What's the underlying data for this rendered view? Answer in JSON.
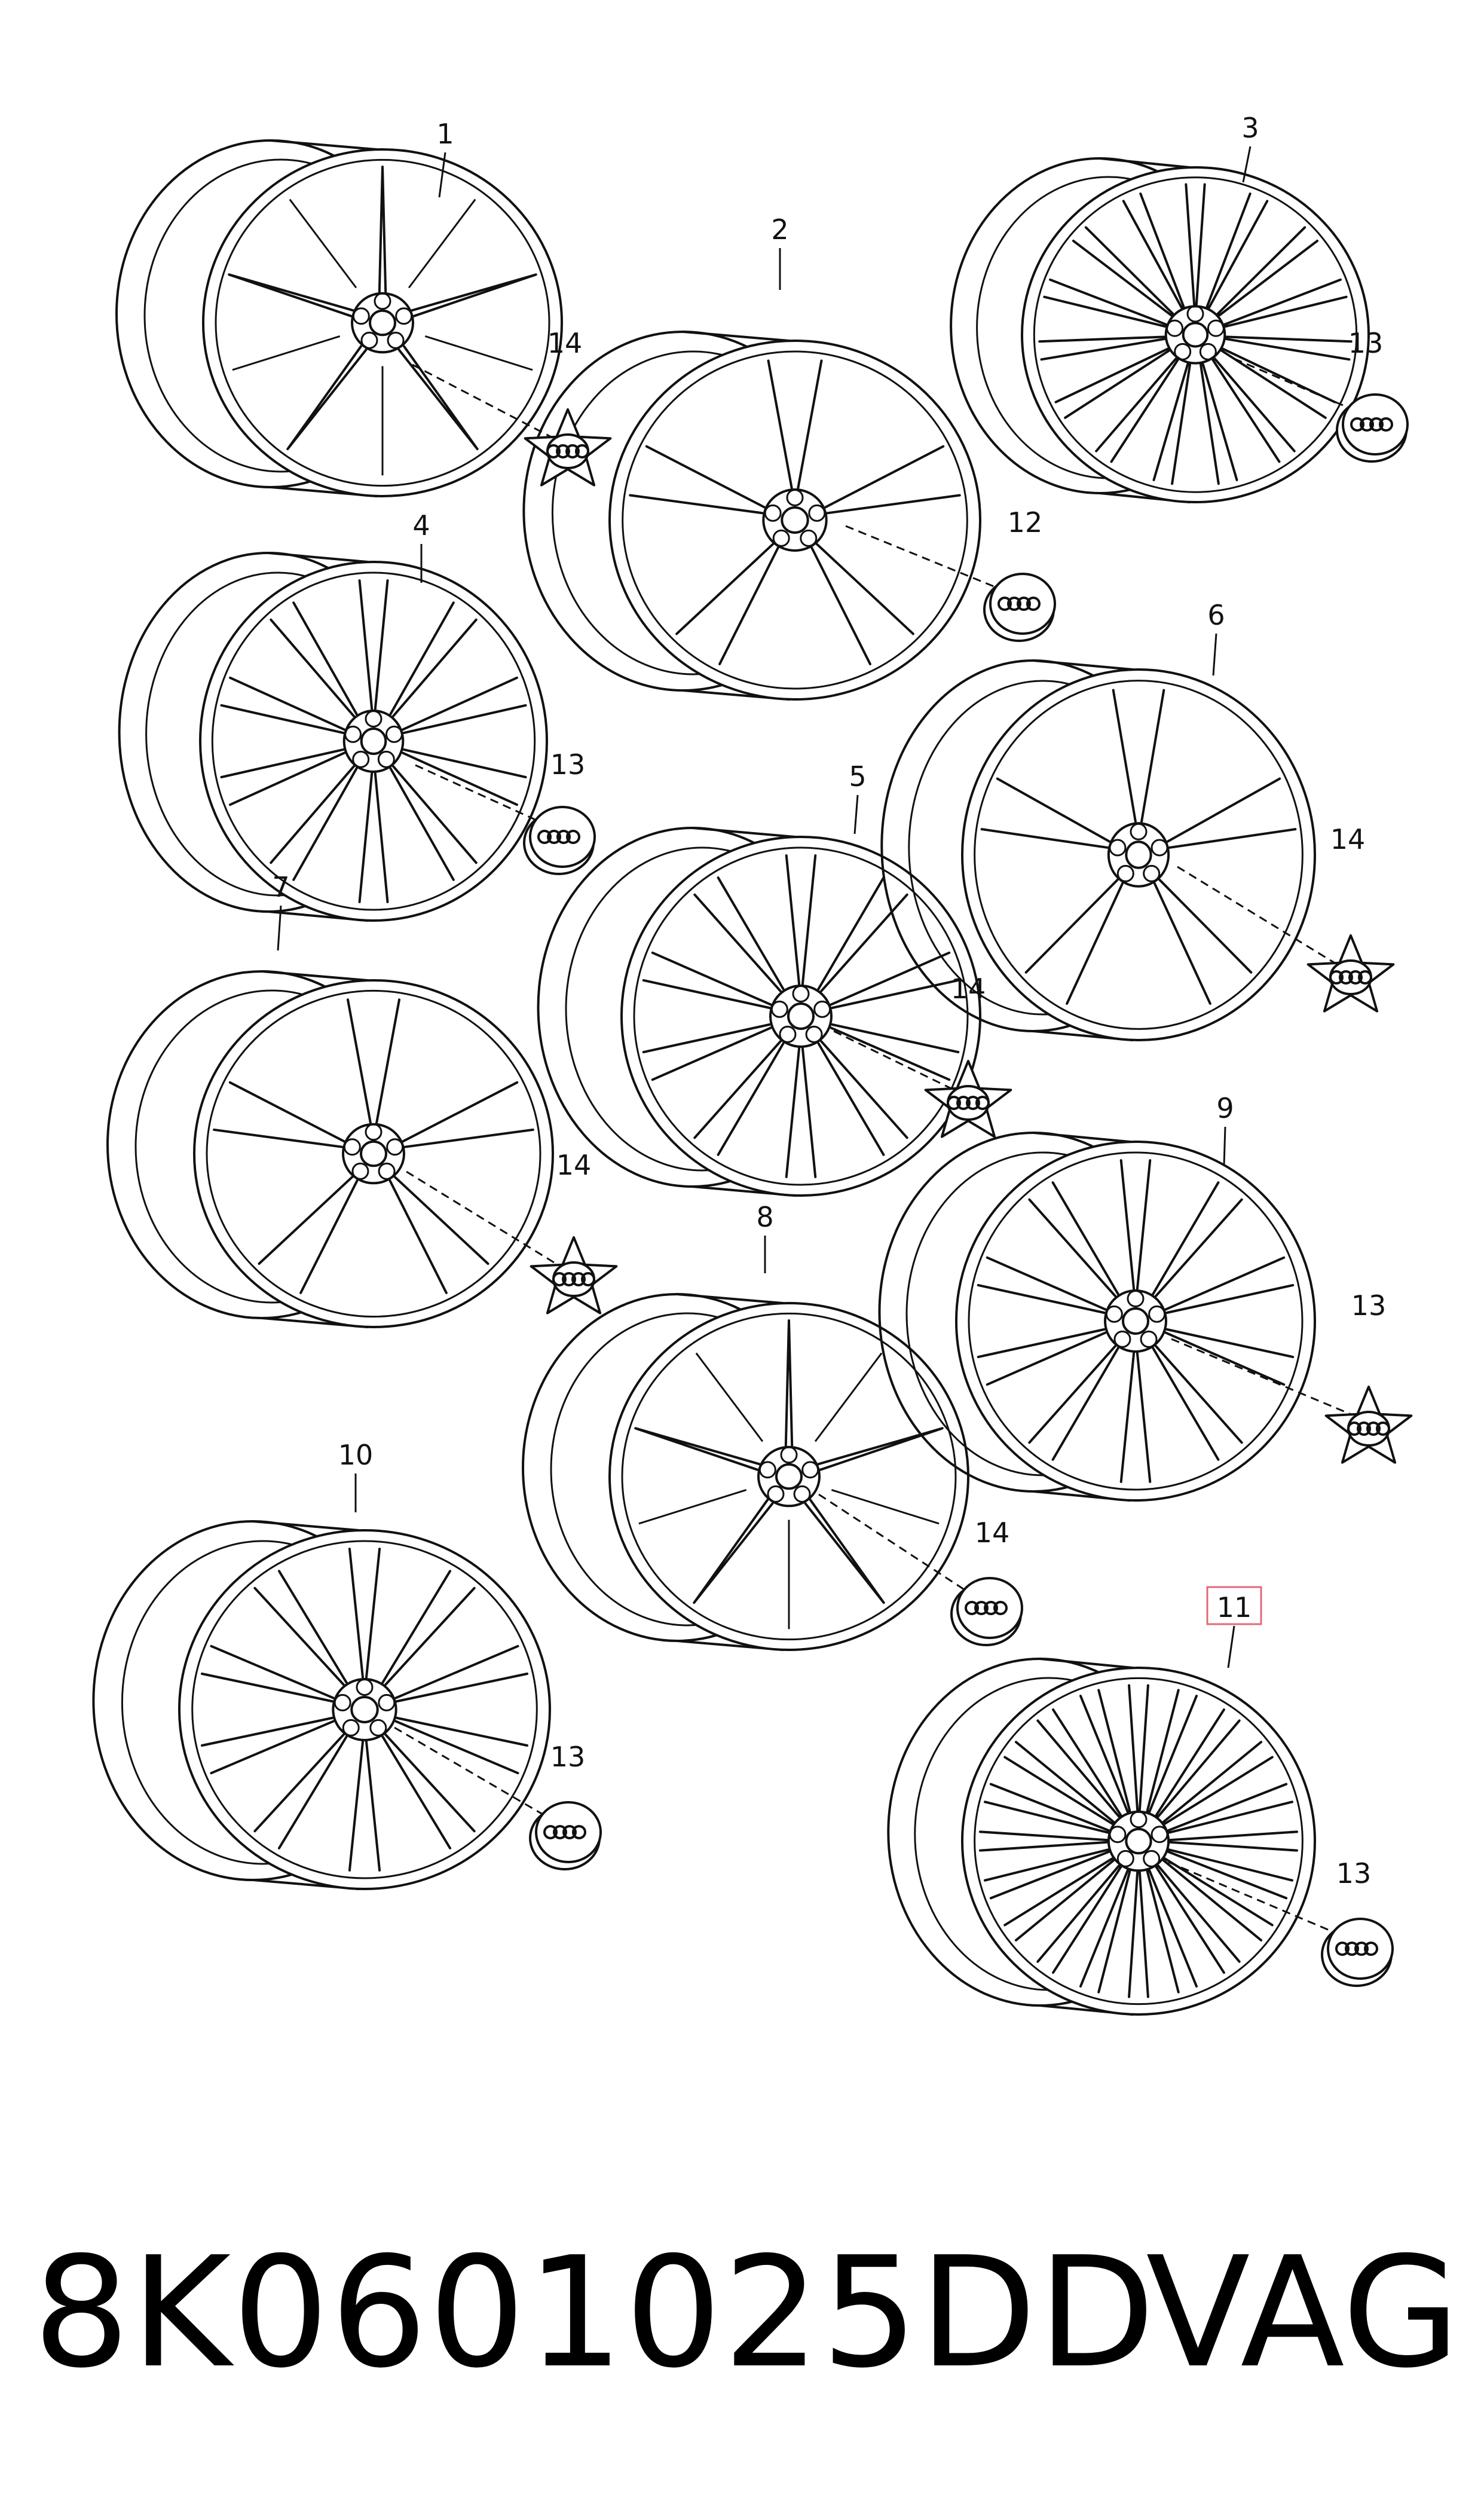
{
  "diagram": {
    "items": [
      {
        "id": 1,
        "label": "1"
      },
      {
        "id": 2,
        "label": "2"
      },
      {
        "id": 3,
        "label": "3"
      },
      {
        "id": 4,
        "label": "4"
      },
      {
        "id": 5,
        "label": "5"
      },
      {
        "id": 6,
        "label": "6"
      },
      {
        "id": 7,
        "label": "7"
      },
      {
        "id": 8,
        "label": "8"
      },
      {
        "id": 9,
        "label": "9"
      },
      {
        "id": 10,
        "label": "10"
      },
      {
        "id": 11,
        "label": "11",
        "highlighted": true
      }
    ],
    "caps": [
      {
        "label": "14",
        "type": "star-cap"
      },
      {
        "label": "13",
        "type": "round-cap"
      },
      {
        "label": "12",
        "type": "round-cap"
      },
      {
        "label": "13",
        "type": "round-cap"
      },
      {
        "label": "14",
        "type": "star-cap"
      },
      {
        "label": "14",
        "type": "star-cap"
      },
      {
        "label": "14",
        "type": "star-cap"
      },
      {
        "label": "14",
        "type": "star-cap"
      },
      {
        "label": "13",
        "type": "round-cap"
      },
      {
        "label": "13",
        "type": "round-cap"
      },
      {
        "label": "13",
        "type": "round-cap"
      }
    ],
    "highlight_color": "#e26a78"
  },
  "footer": {
    "part_number": "8K0601025DD",
    "brand": "VAG"
  }
}
